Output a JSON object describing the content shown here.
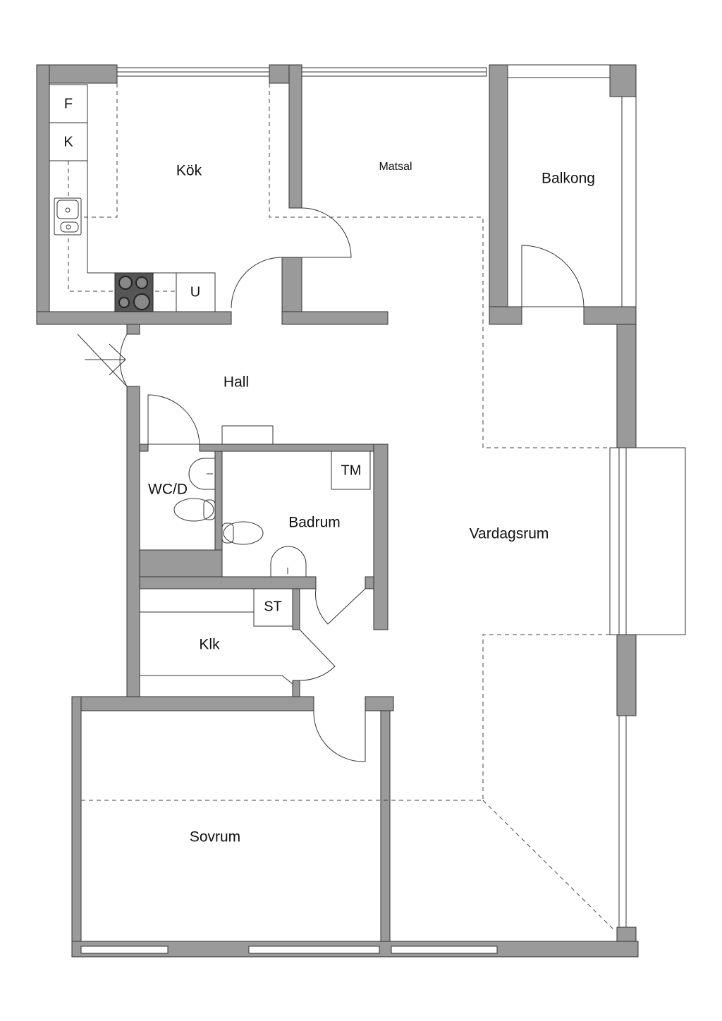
{
  "rooms": {
    "kok": "Kök",
    "matsal": "Matsal",
    "balkong": "Balkong",
    "hall": "Hall",
    "wc": "WC/D",
    "badrum": "Badrum",
    "vardagsrum": "Vardagsrum",
    "klk": "Klk",
    "sovrum": "Sovrum"
  },
  "fixtures": {
    "fridge": "F",
    "freezer": "K",
    "oven": "U",
    "washer": "TM",
    "storage": "ST"
  },
  "colors": {
    "wall": "#9a9a9a",
    "line": "#333333",
    "stove": "#555555"
  }
}
